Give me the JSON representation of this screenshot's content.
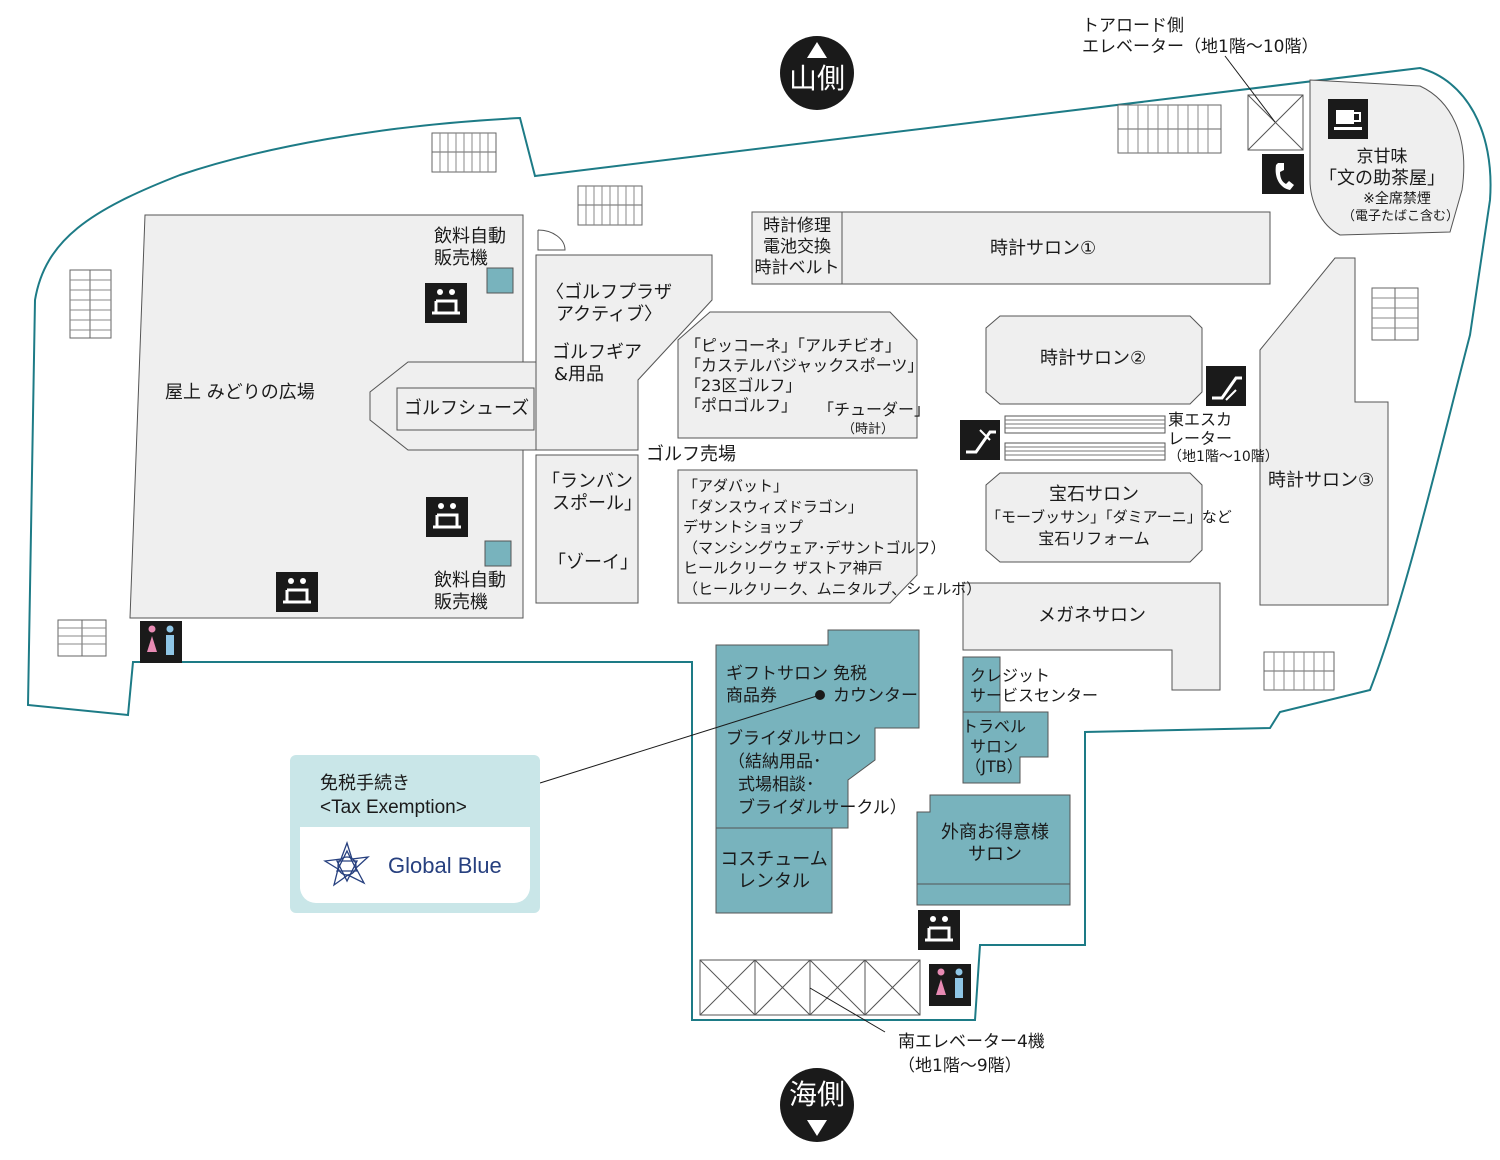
{
  "directions": {
    "north": "山側",
    "south": "海側"
  },
  "areas": {
    "rooftop": "屋上 みどりの広場",
    "vending_top": [
      "飲料自動",
      "販売機"
    ],
    "vending_bottom": [
      "飲料自動",
      "販売機"
    ],
    "golf_plaza": [
      "〈ゴルフプラザ",
      "アクティブ〉"
    ],
    "golf_gear": [
      "ゴルフギア",
      "&用品"
    ],
    "golf_shoes": "ゴルフシューズ",
    "golf_area": "ゴルフ売場",
    "lanvin": [
      "「ランバン",
      "スポール」"
    ],
    "zoy": "「ゾーイ」",
    "brands_upper": [
      "「ピッコーネ」「アルチビオ」",
      "「カステルバジャックスポーツ」",
      "「23区ゴルフ」",
      "「ポロゴルフ」"
    ],
    "tudor": "「チューダー」",
    "tudor_note": "（時計）",
    "brands_lower": [
      "「アダバット」",
      "「ダンスウィズドラゴン」",
      "デサントショップ",
      "（マンシングウェア･デサントゴルフ）",
      "ヒールクリーク ザストア神戸",
      "（ヒールクリーク、ムニタルプ、シェルボ）"
    ],
    "watch_repair": [
      "時計修理",
      "電池交換",
      "時計ベルト"
    ],
    "watch_salon_1": "時計サロン①",
    "watch_salon_2": "時計サロン②",
    "watch_salon_3": "時計サロン③",
    "escalator": [
      "東エスカ",
      "レーター",
      "（地1階～10階）"
    ],
    "jewelry": [
      "宝石サロン",
      "「モーブッサン」「ダミアーニ」など",
      "宝石リフォーム"
    ],
    "glasses": "メガネサロン",
    "credit": [
      "クレジット",
      "サービスセンター"
    ],
    "travel": [
      "トラベル",
      "サロン",
      "（JTB）"
    ],
    "gift": [
      "ギフトサロン",
      "商品券"
    ],
    "tax_counter": [
      "免税",
      "カウンター"
    ],
    "bridal": [
      "ブライダルサロン",
      "（結納用品･",
      "式場相談･",
      "ブライダルサークル）"
    ],
    "costume": [
      "コスチューム",
      "レンタル"
    ],
    "vip": [
      "外商お得意様",
      "サロン"
    ],
    "cafe": [
      "京甘味",
      "「文の助茶屋」",
      "※全席禁煙",
      "（電子たばこ含む）"
    ],
    "elevator_tor": [
      "トアロード側",
      "エレベーター（地1階～10階）"
    ],
    "elevator_south": [
      "南エレベーター4機",
      "（地1階～9階）"
    ]
  },
  "tax_box": {
    "title": "免税手続き",
    "subtitle": "<Tax Exemption>",
    "brand": "Global Blue"
  },
  "colors": {
    "floor": "#efefef",
    "teal": "#78b3bd",
    "outline": "#1d7b86",
    "stroke": "#555555",
    "pale": "#c9e6e8"
  },
  "icons": [
    "bench-icon",
    "restroom-icon",
    "escalator-icon",
    "cafe-icon",
    "phone-icon",
    "elevator-icon",
    "stairs-icon",
    "global-blue-logo"
  ]
}
